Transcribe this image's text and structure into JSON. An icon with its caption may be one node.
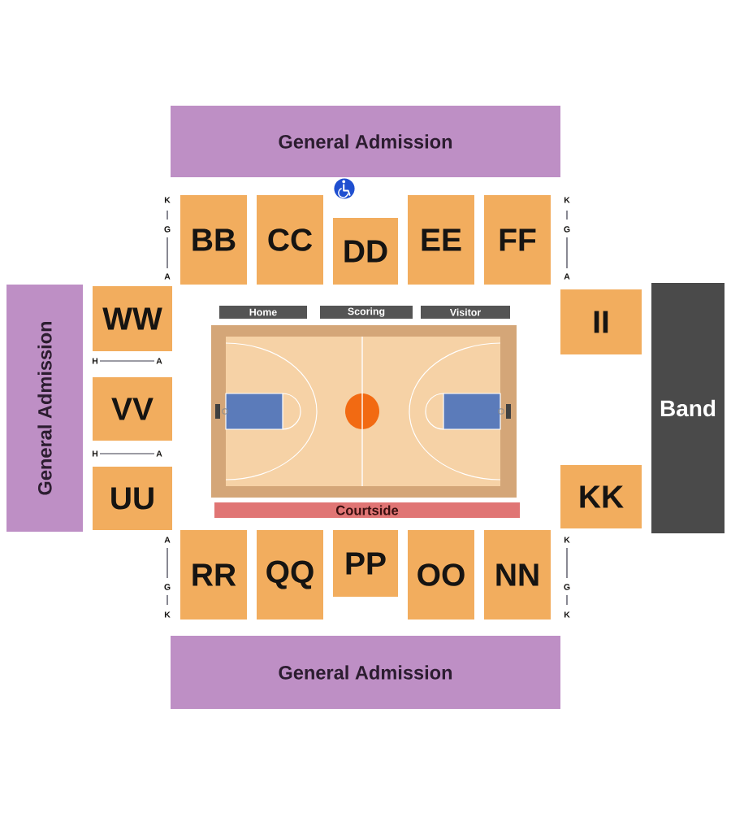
{
  "diagram": {
    "nodes": [
      {
        "text": [
          "General Admission"
        ]
      },
      {
        "text": [
          "BB"
        ]
      },
      {
        "text": [
          "CC"
        ]
      },
      {
        "text": [
          "DD"
        ]
      },
      {
        "text": [
          "EE"
        ]
      },
      {
        "text": [
          "FF"
        ]
      },
      {
        "text": [
          "Home"
        ]
      },
      {
        "text": [
          "Scoring"
        ]
      },
      {
        "text": [
          "Visitor"
        ]
      },
      {
        "text": [
          "General Admission"
        ]
      },
      {
        "text": [
          "WW"
        ]
      },
      {
        "text": [
          "VV"
        ]
      },
      {
        "text": [
          "UU"
        ]
      },
      {
        "text": [
          "II"
        ]
      },
      {
        "text": [
          "KK"
        ]
      },
      {
        "text": [
          "Band"
        ]
      },
      {
        "text": [
          "Courtside"
        ]
      },
      {
        "text": [
          "RR"
        ]
      },
      {
        "text": [
          "QQ"
        ]
      },
      {
        "text": [
          "PP"
        ]
      },
      {
        "text": [
          "OO"
        ]
      },
      {
        "text": [
          "NN"
        ]
      },
      {
        "text": [
          "General Admission"
        ]
      }
    ],
    "labels": [
      "K",
      "G",
      "A",
      "K",
      "G",
      "A",
      "H",
      "A",
      "H",
      "A",
      "A",
      "G",
      "K",
      "K",
      "G",
      "K"
    ]
  }
}
